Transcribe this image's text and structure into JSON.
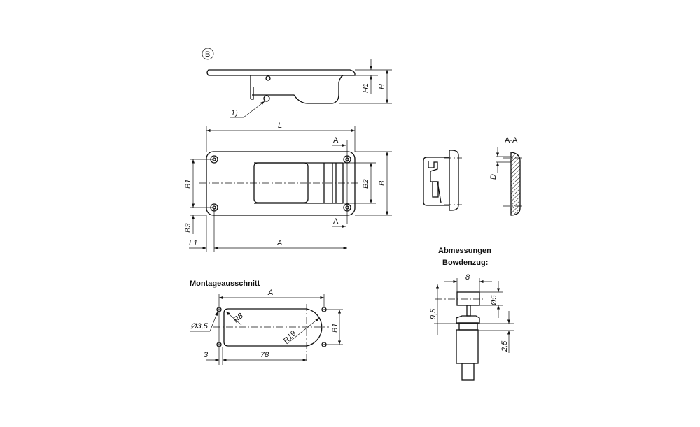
{
  "view_marker": "B",
  "side_view": {
    "callout": "1)",
    "dim_h1": "H1",
    "dim_h": "H"
  },
  "top_view": {
    "dim_l": "L",
    "dim_a": "A",
    "dim_b": "B",
    "dim_b1": "B1",
    "dim_b2": "B2",
    "dim_b3": "B3",
    "dim_l1": "L1",
    "section_mark_top": "A",
    "section_mark_bottom": "A"
  },
  "section": {
    "title": "A-A",
    "dim_d": "D"
  },
  "cutout": {
    "title": "Montageausschnitt",
    "dim_a": "A",
    "dim_b1": "B1",
    "hole_dia": "Ø3,5",
    "radius_small": "R8",
    "radius_large": "R19",
    "dim_offset": "3",
    "dim_length": "78"
  },
  "bowden": {
    "title_line1": "Abmessungen",
    "title_line2": "Bowdenzug:",
    "dim_width": "8",
    "dim_dia": "Ø5",
    "dim_height": "9,5",
    "dim_offset": "2,5"
  },
  "colors": {
    "line": "#111111",
    "background": "#ffffff"
  }
}
